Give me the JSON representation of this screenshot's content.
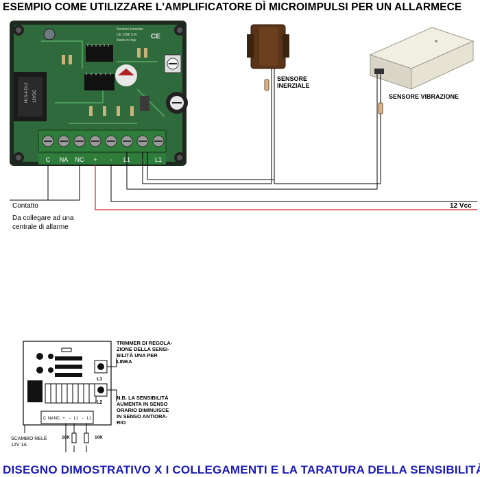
{
  "title": "ESEMPIO COME UTILIZZARE L'AMPLIFICATORE DÌ MICROIMPULSI PER UN ALLARME",
  "ce_mark": "CE",
  "board": {
    "terminals": [
      "C",
      "NA",
      "NC",
      "+",
      "-",
      "L1",
      "-",
      "L1"
    ],
    "print_text": [
      "Sensore Inerziale",
      "CE 1998 S.R.",
      "Made in Italy"
    ],
    "relay_text": [
      "HLS-4 D12",
      "12VDC"
    ]
  },
  "sensors": {
    "inertial_label_line1": "SENSORE",
    "inertial_label_line2": "INERZIALE",
    "vibration_label": "SENSORE VIBRAZIONE"
  },
  "wiring": {
    "supply_label": "12 Vcc",
    "contact_label": "Contatto",
    "contact_note_line1": "Da collegare ad una",
    "contact_note_line2": "centrale di allarme",
    "wire_colors": {
      "supply": "#d22020",
      "signal": "#000000"
    }
  },
  "schematic": {
    "trimmer_note": [
      "TRIMMER DI REGOLA-",
      "ZIONE DELLA SENSI-",
      "BILITÀ UNA PER",
      "LINEA"
    ],
    "sensitivity_note": [
      "N.B. LA SENSIBILITÀ",
      "AUMENTA IN SENSO",
      "ORARIO DIMINUISCE",
      "IN SENSO ANTIORA-",
      "RIO"
    ],
    "relay_note": [
      "SCAMBIO RELÈ",
      "12V  1A"
    ],
    "resistor_labels": [
      "10K",
      "10K"
    ],
    "trimmer_labels": [
      "L1",
      "L2"
    ],
    "terminal_labels": [
      "C",
      "NA",
      "NC",
      "+",
      "-",
      "L1",
      "-",
      "L1"
    ]
  },
  "footer": "DISEGNO DIMOSTRATIVO X I COLLEGAMENTI E LA TARATURA DELLA SENSIBILITÀ"
}
